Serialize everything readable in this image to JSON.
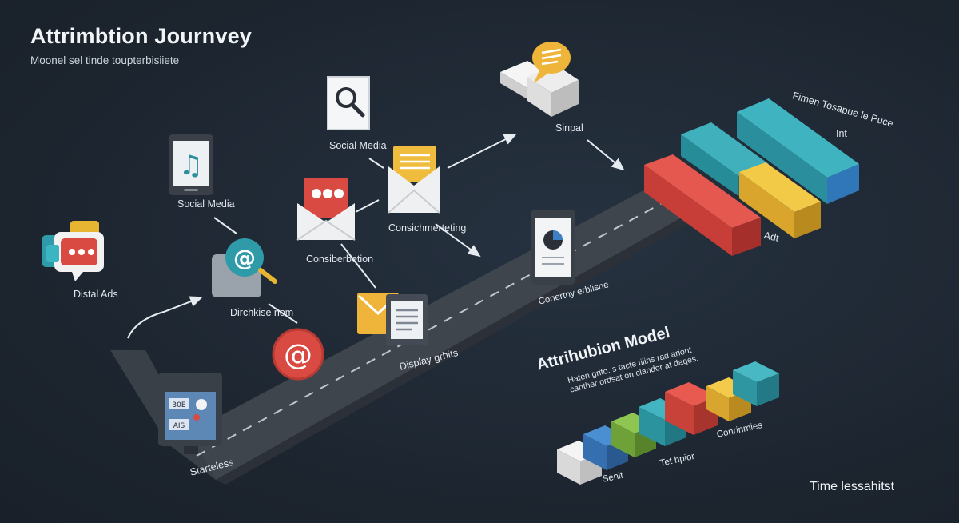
{
  "title": "Attrimbtion Journvey",
  "subtitle": "Moonel sel tinde toupterbisiiete",
  "touchpoints": [
    {
      "label": "Distal Ads"
    },
    {
      "label": "Social Media"
    },
    {
      "label": "Social Media"
    },
    {
      "label": "Sinpal"
    },
    {
      "label": "Consiberbetion"
    },
    {
      "label": "Consichmerteting"
    },
    {
      "label": "Dirchkise nom"
    },
    {
      "label": "Display grhits"
    },
    {
      "label": "Conertny erblisne"
    },
    {
      "label": "Starteless"
    }
  ],
  "result_chart": {
    "label_top": "Fimen  Tosapue le Puce",
    "label_mid": "Int",
    "label_bar": "Adt"
  },
  "attribution_model": {
    "title": "Attrihubion Model",
    "description": "Haten grito. s tacte tilins rad ariont\ncanther ordsat on clandor at daqes.",
    "labels": [
      "Senit",
      "Tet hpior",
      "Conrinmies"
    ]
  },
  "footer": "Time lessahitst",
  "colors": {
    "background": "#1e2732",
    "road": "#4a4f57",
    "teal": "#2f9aa8",
    "red": "#d94a42",
    "yellow": "#e8b532",
    "blue": "#3c7fc4",
    "green": "#7bb043",
    "white": "#e8e8e8"
  },
  "icons": [
    "chat-bubble-icon",
    "music-tablet-icon",
    "search-icon",
    "chat-box-icon",
    "envelope-icon",
    "at-sign-icon",
    "envelope-icon",
    "document-icon",
    "tablet-chart-icon",
    "monitor-icon"
  ]
}
